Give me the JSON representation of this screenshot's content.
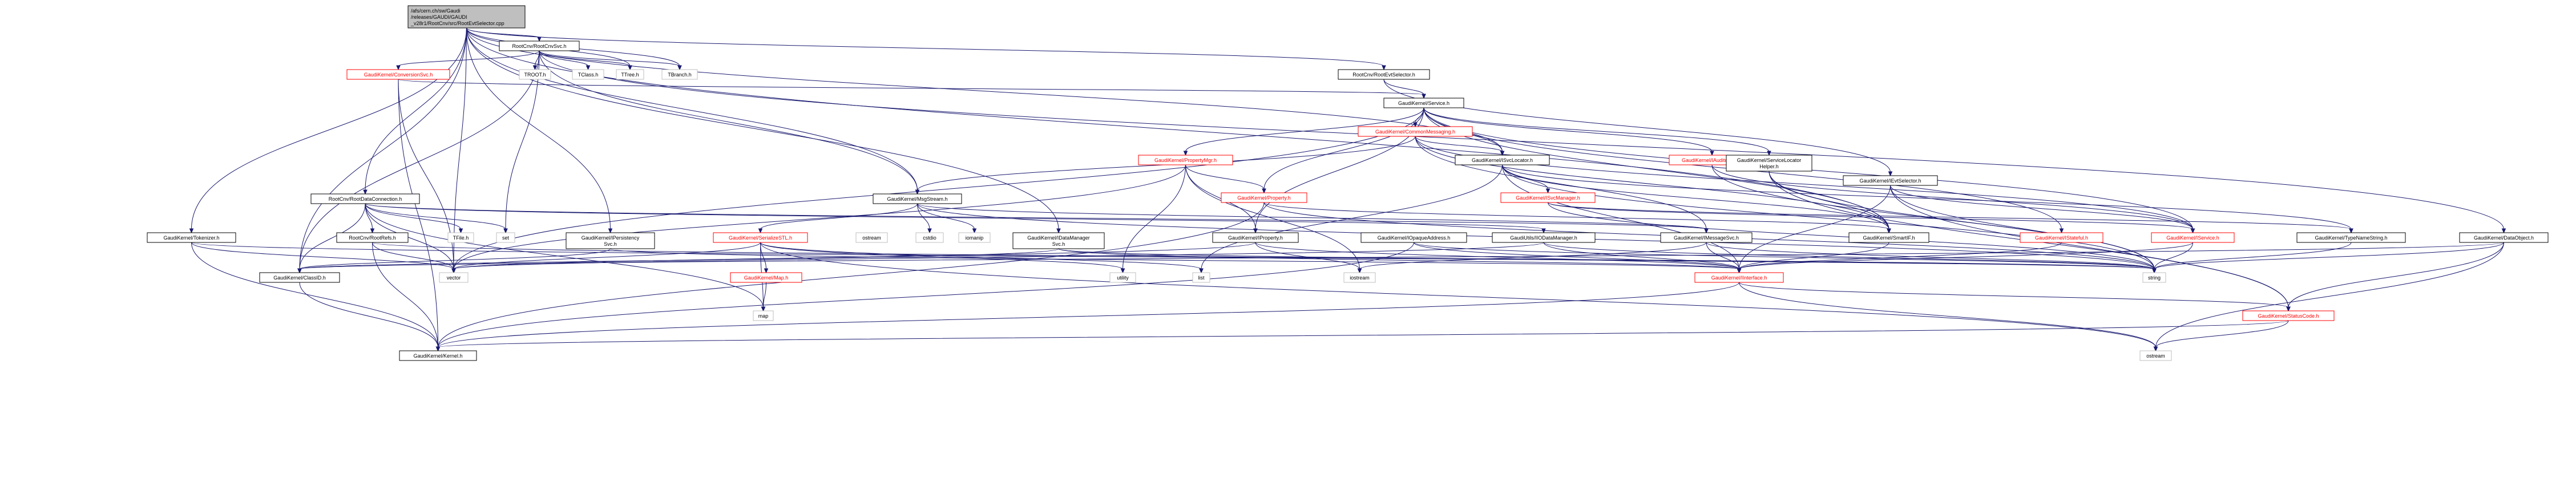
{
  "colors": {
    "edge": "#191970",
    "root_fill": "#bfbfbf",
    "fill": "#ffffff",
    "border_default": "#000000",
    "border_truncated": "#ff0000",
    "text_default": "#000000",
    "text_truncated": "#ff0000",
    "external_border": "#bfbfbf"
  },
  "nodes": [
    {
      "id": "root",
      "lines": [
        "/afs/cern.ch/sw/Gaudi",
        "/releases/GAUDI/GAUDI",
        "_v28r1/RootCnv/src/RootEvtSelector.cpp"
      ],
      "style": "root"
    },
    {
      "id": "rootcnvsvc",
      "lines": [
        "RootCnv/RootCnvSvc.h"
      ],
      "style": "normal"
    },
    {
      "id": "rootevtselector_h",
      "lines": [
        "RootCnv/RootEvtSelector.h"
      ],
      "style": "normal"
    },
    {
      "id": "gk_service",
      "lines": [
        "GaudiKernel/Service.h"
      ],
      "style": "normal"
    },
    {
      "id": "gk_conversionsvc",
      "lines": [
        "GaudiKernel/ConversionSvc.h"
      ],
      "style": "truncated"
    },
    {
      "id": "troot",
      "lines": [
        "TROOT.h"
      ],
      "style": "external"
    },
    {
      "id": "tclass",
      "lines": [
        "TClass.h"
      ],
      "style": "external"
    },
    {
      "id": "ttree",
      "lines": [
        "TTree.h"
      ],
      "style": "external"
    },
    {
      "id": "tbranch",
      "lines": [
        "TBranch.h"
      ],
      "style": "external"
    },
    {
      "id": "gk_commonmessaging",
      "lines": [
        "GaudiKernel/CommonMessaging.h"
      ],
      "style": "truncated"
    },
    {
      "id": "gk_propertymgr",
      "lines": [
        "GaudiKernel/PropertyMgr.h"
      ],
      "style": "truncated"
    },
    {
      "id": "gk_isvclocator",
      "lines": [
        "GaudiKernel/ISvcLocator.h"
      ],
      "style": "normal"
    },
    {
      "id": "gk_iauditorsvc",
      "lines": [
        "GaudiKernel/IAuditorSvc.h"
      ],
      "style": "truncated"
    },
    {
      "id": "gk_servicelocatorhelper",
      "lines": [
        "GaudiKernel/ServiceLocator",
        "Helper.h"
      ],
      "style": "normal"
    },
    {
      "id": "gk_ievtselector",
      "lines": [
        "GaudiKernel/IEvtSelector.h"
      ],
      "style": "normal"
    },
    {
      "id": "gk_property",
      "lines": [
        "GaudiKernel/Property.h"
      ],
      "style": "truncated"
    },
    {
      "id": "gk_isvcmanager",
      "lines": [
        "GaudiKernel/ISvcManager.h"
      ],
      "style": "truncated"
    },
    {
      "id": "rootdataconnection",
      "lines": [
        "RootCnv/RootDataConnection.h"
      ],
      "style": "normal"
    },
    {
      "id": "gk_msgstream",
      "lines": [
        "GaudiKernel/MsgStream.h"
      ],
      "style": "normal"
    },
    {
      "id": "gk_tokenizer",
      "lines": [
        "GaudiKernel/Tokenizer.h"
      ],
      "style": "normal"
    },
    {
      "id": "rootrefs",
      "lines": [
        "RootCnv/RootRefs.h"
      ],
      "style": "normal"
    },
    {
      "id": "tfile",
      "lines": [
        "TFile.h"
      ],
      "style": "external"
    },
    {
      "id": "set",
      "lines": [
        "set"
      ],
      "style": "external"
    },
    {
      "id": "gk_ipersistencysvc",
      "lines": [
        "GaudiKernel/IPersistency",
        "Svc.h"
      ],
      "style": "normal"
    },
    {
      "id": "gk_serializestl",
      "lines": [
        "GaudiKernel/SerializeSTL.h"
      ],
      "style": "truncated"
    },
    {
      "id": "ostream_std",
      "lines": [
        "ostream"
      ],
      "style": "external"
    },
    {
      "id": "cstdio",
      "lines": [
        "cstdio"
      ],
      "style": "external"
    },
    {
      "id": "iomanip",
      "lines": [
        "iomanip"
      ],
      "style": "external"
    },
    {
      "id": "gk_idatamanagersvc",
      "lines": [
        "GaudiKernel/IDataManager",
        "Svc.h"
      ],
      "style": "normal"
    },
    {
      "id": "gk_iproperty",
      "lines": [
        "GaudiKernel/IProperty.h"
      ],
      "style": "normal"
    },
    {
      "id": "gk_iopaqueaddress",
      "lines": [
        "GaudiKernel/IOpaqueAddress.h"
      ],
      "style": "normal"
    },
    {
      "id": "gaudiutils_ioc",
      "lines": [
        "GaudiUtils/IIODataManager.h"
      ],
      "style": "normal"
    },
    {
      "id": "gk_imessagesvc",
      "lines": [
        "GaudiKernel/IMessageSvc.h"
      ],
      "style": "normal"
    },
    {
      "id": "gk_smartif",
      "lines": [
        "GaudiKernel/SmartIF.h"
      ],
      "style": "normal"
    },
    {
      "id": "gk_istateful",
      "lines": [
        "GaudiKernel/IStateful.h"
      ],
      "style": "truncated"
    },
    {
      "id": "gk_iservice",
      "lines": [
        "GaudiKernel/IService.h"
      ],
      "style": "truncated"
    },
    {
      "id": "gk_typenamestring",
      "lines": [
        "GaudiKernel/TypeNameString.h"
      ],
      "style": "normal"
    },
    {
      "id": "gk_dataobject",
      "lines": [
        "GaudiKernel/DataObject.h"
      ],
      "style": "normal"
    },
    {
      "id": "gk_classid",
      "lines": [
        "GaudiKernel/ClassID.h"
      ],
      "style": "normal"
    },
    {
      "id": "vector",
      "lines": [
        "vector"
      ],
      "style": "external"
    },
    {
      "id": "gk_map",
      "lines": [
        "GaudiKernel/Map.h"
      ],
      "style": "truncated"
    },
    {
      "id": "map",
      "lines": [
        "map"
      ],
      "style": "external"
    },
    {
      "id": "utility",
      "lines": [
        "utility"
      ],
      "style": "external"
    },
    {
      "id": "list",
      "lines": [
        "list"
      ],
      "style": "external"
    },
    {
      "id": "iostream",
      "lines": [
        "iostream"
      ],
      "style": "external"
    },
    {
      "id": "gk_iinterface",
      "lines": [
        "GaudiKernel/IInterface.h"
      ],
      "style": "truncated"
    },
    {
      "id": "string",
      "lines": [
        "string"
      ],
      "style": "external"
    },
    {
      "id": "gk_statuscode",
      "lines": [
        "GaudiKernel/StatusCode.h"
      ],
      "style": "truncated"
    },
    {
      "id": "gk_kernel",
      "lines": [
        "GaudiKernel/Kernel.h"
      ],
      "style": "normal"
    },
    {
      "id": "ostream",
      "lines": [
        "ostream"
      ],
      "style": "external"
    }
  ],
  "edges": [
    [
      "root",
      "rootcnvsvc"
    ],
    [
      "root",
      "rootevtselector_h"
    ],
    [
      "root",
      "tbranch"
    ],
    [
      "root",
      "ttree"
    ],
    [
      "root",
      "gk_msgstream"
    ],
    [
      "root",
      "rootdataconnection"
    ],
    [
      "root",
      "gk_tokenizer"
    ],
    [
      "root",
      "gk_ipersistencysvc"
    ],
    [
      "root",
      "gk_idatamanagersvc"
    ],
    [
      "root",
      "gk_classid"
    ],
    [
      "root",
      "vector"
    ],
    [
      "root",
      "gk_isvclocator"
    ],
    [
      "root",
      "gk_smartif"
    ],
    [
      "rootcnvsvc",
      "gk_conversionsvc"
    ],
    [
      "rootcnvsvc",
      "troot"
    ],
    [
      "rootcnvsvc",
      "tclass"
    ],
    [
      "rootcnvsvc",
      "ttree"
    ],
    [
      "rootcnvsvc",
      "tbranch"
    ],
    [
      "rootcnvsvc",
      "set"
    ],
    [
      "rootcnvsvc",
      "gk_classid"
    ],
    [
      "rootcnvsvc",
      "gk_dataobject"
    ],
    [
      "rootcnvsvc",
      "gk_msgstream"
    ],
    [
      "rootevtselector_h",
      "gk_service"
    ],
    [
      "rootevtselector_h",
      "gk_ievtselector"
    ],
    [
      "gk_conversionsvc",
      "gk_service"
    ],
    [
      "gk_conversionsvc",
      "vector"
    ],
    [
      "gk_conversionsvc",
      "gk_kernel"
    ],
    [
      "gk_service",
      "gk_commonmessaging"
    ],
    [
      "gk_service",
      "gk_propertymgr"
    ],
    [
      "gk_service",
      "gk_isvclocator"
    ],
    [
      "gk_service",
      "gk_iauditorsvc"
    ],
    [
      "gk_service",
      "gk_servicelocatorhelper"
    ],
    [
      "gk_service",
      "gk_property"
    ],
    [
      "gk_service",
      "gk_iproperty"
    ],
    [
      "gk_service",
      "gk_smartif"
    ],
    [
      "gk_service",
      "gk_istateful"
    ],
    [
      "gk_service",
      "gk_iservice"
    ],
    [
      "gk_service",
      "vector"
    ],
    [
      "gk_commonmessaging",
      "gk_msgstream"
    ],
    [
      "gk_commonmessaging",
      "gk_imessagesvc"
    ],
    [
      "gk_commonmessaging",
      "gk_isvclocator"
    ],
    [
      "gk_commonmessaging",
      "gk_smartif"
    ],
    [
      "gk_commonmessaging",
      "gk_iservice"
    ],
    [
      "gk_propertymgr",
      "gk_iproperty"
    ],
    [
      "gk_propertymgr",
      "gk_property"
    ],
    [
      "gk_propertymgr",
      "vector"
    ],
    [
      "gk_propertymgr",
      "utility"
    ],
    [
      "gk_propertymgr",
      "iostream"
    ],
    [
      "gk_isvclocator",
      "gk_isvcmanager"
    ],
    [
      "gk_isvclocator",
      "gk_smartif"
    ],
    [
      "gk_isvclocator",
      "gk_typenamestring"
    ],
    [
      "gk_isvclocator",
      "string"
    ],
    [
      "gk_isvclocator",
      "list"
    ],
    [
      "gk_isvclocator",
      "gk_iinterface"
    ],
    [
      "gk_iauditorsvc",
      "gk_iservice"
    ],
    [
      "gk_iauditorsvc",
      "string"
    ],
    [
      "gk_servicelocatorhelper",
      "gk_smartif"
    ],
    [
      "gk_servicelocatorhelper",
      "string"
    ],
    [
      "gk_servicelocatorhelper",
      "gk_statuscode"
    ],
    [
      "gk_ievtselector",
      "gk_iinterface"
    ],
    [
      "gk_ievtselector",
      "gk_iservice"
    ],
    [
      "gk_ievtselector",
      "gk_statuscode"
    ],
    [
      "gk_ievtselector",
      "string"
    ],
    [
      "gk_property",
      "gk_kernel"
    ],
    [
      "gk_property",
      "string"
    ],
    [
      "gk_property",
      "gk_smartif"
    ],
    [
      "gk_isvcmanager",
      "gk_iservice"
    ],
    [
      "gk_isvcmanager",
      "gk_typenamestring"
    ],
    [
      "gk_isvcmanager",
      "string"
    ],
    [
      "rootdataconnection",
      "rootrefs"
    ],
    [
      "rootdataconnection",
      "tfile"
    ],
    [
      "rootdataconnection",
      "set"
    ],
    [
      "rootdataconnection",
      "map"
    ],
    [
      "rootdataconnection",
      "vector"
    ],
    [
      "rootdataconnection",
      "gk_classid"
    ],
    [
      "rootdataconnection",
      "gaudiutils_ioc"
    ],
    [
      "rootdataconnection",
      "gk_imessagesvc"
    ],
    [
      "gk_msgstream",
      "gk_imessagesvc"
    ],
    [
      "gk_msgstream",
      "gk_serializestl"
    ],
    [
      "gk_msgstream",
      "sstream_x"
    ],
    [
      "gk_msgstream",
      "cstdio"
    ],
    [
      "gk_msgstream",
      "iomanip"
    ],
    [
      "gk_msgstream",
      "string"
    ],
    [
      "gk_tokenizer",
      "gk_kernel"
    ],
    [
      "gk_tokenizer",
      "vector"
    ],
    [
      "gk_tokenizer",
      "string"
    ],
    [
      "rootrefs",
      "gk_kernel"
    ],
    [
      "rootrefs",
      "string"
    ],
    [
      "rootrefs",
      "vector"
    ],
    [
      "gk_ipersistencysvc",
      "gk_classid"
    ],
    [
      "gk_ipersistencysvc",
      "gk_iinterface"
    ],
    [
      "gk_serializestl",
      "gk_map"
    ],
    [
      "gk_serializestl",
      "vector"
    ],
    [
      "gk_serializestl",
      "list"
    ],
    [
      "gk_serializestl",
      "map"
    ],
    [
      "gk_serializestl",
      "utility"
    ],
    [
      "gk_serializestl",
      "ostream"
    ],
    [
      "gk_idatamanagersvc",
      "gk_iinterface"
    ],
    [
      "gk_idatamanagersvc",
      "gk_classid"
    ],
    [
      "gk_idatamanagersvc",
      "string"
    ],
    [
      "gk_iproperty",
      "gk_iinterface"
    ],
    [
      "gk_iproperty",
      "vector"
    ],
    [
      "gk_iproperty",
      "iostream"
    ],
    [
      "gk_iopaqueaddress",
      "gk_kernel"
    ],
    [
      "gk_iopaqueaddress",
      "gk_iinterface"
    ],
    [
      "gk_iopaqueaddress",
      "string"
    ],
    [
      "gaudiutils_ioc",
      "gk_iinterface"
    ],
    [
      "gaudiutils_ioc",
      "string"
    ],
    [
      "gaudiutils_ioc",
      "vector"
    ],
    [
      "gk_imessagesvc",
      "gk_iinterface"
    ],
    [
      "gk_imessagesvc",
      "string"
    ],
    [
      "gk_imessagesvc",
      "iostream"
    ],
    [
      "gk_smartif",
      "gk_iinterface"
    ],
    [
      "gk_istateful",
      "gk_iinterface"
    ],
    [
      "gk_iservice",
      "gk_iinterface"
    ],
    [
      "gk_iservice",
      "string"
    ],
    [
      "gk_typenamestring",
      "string"
    ],
    [
      "gk_dataobject",
      "gk_classid"
    ],
    [
      "gk_dataobject",
      "gk_statuscode"
    ],
    [
      "gk_dataobject",
      "string"
    ],
    [
      "gk_dataobject",
      "ostream"
    ],
    [
      "gk_classid",
      "gk_kernel"
    ],
    [
      "gk_map",
      "map"
    ],
    [
      "gk_iinterface",
      "gk_kernel"
    ],
    [
      "gk_iinterface",
      "gk_statuscode"
    ],
    [
      "gk_iinterface",
      "ostream"
    ],
    [
      "gk_statuscode",
      "gk_kernel"
    ],
    [
      "gk_statuscode",
      "ostream"
    ]
  ]
}
